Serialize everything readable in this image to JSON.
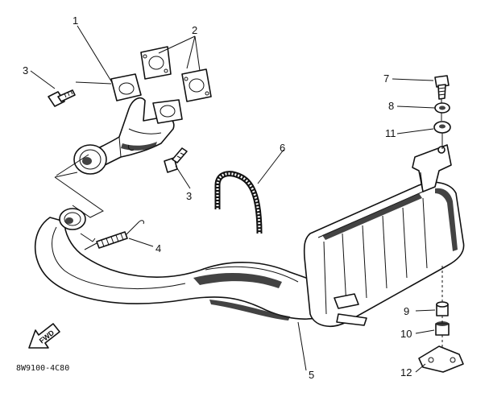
{
  "callouts": {
    "c1": "1",
    "c2": "2",
    "c3a": "3",
    "c3b": "3",
    "c4": "4",
    "c5": "5",
    "c6": "6",
    "c7": "7",
    "c8": "8",
    "c9": "9",
    "c10": "10",
    "c11": "11",
    "c12": "12"
  },
  "forward_arrow_label": "FWD",
  "drawing_code": "8W9100-4C80"
}
